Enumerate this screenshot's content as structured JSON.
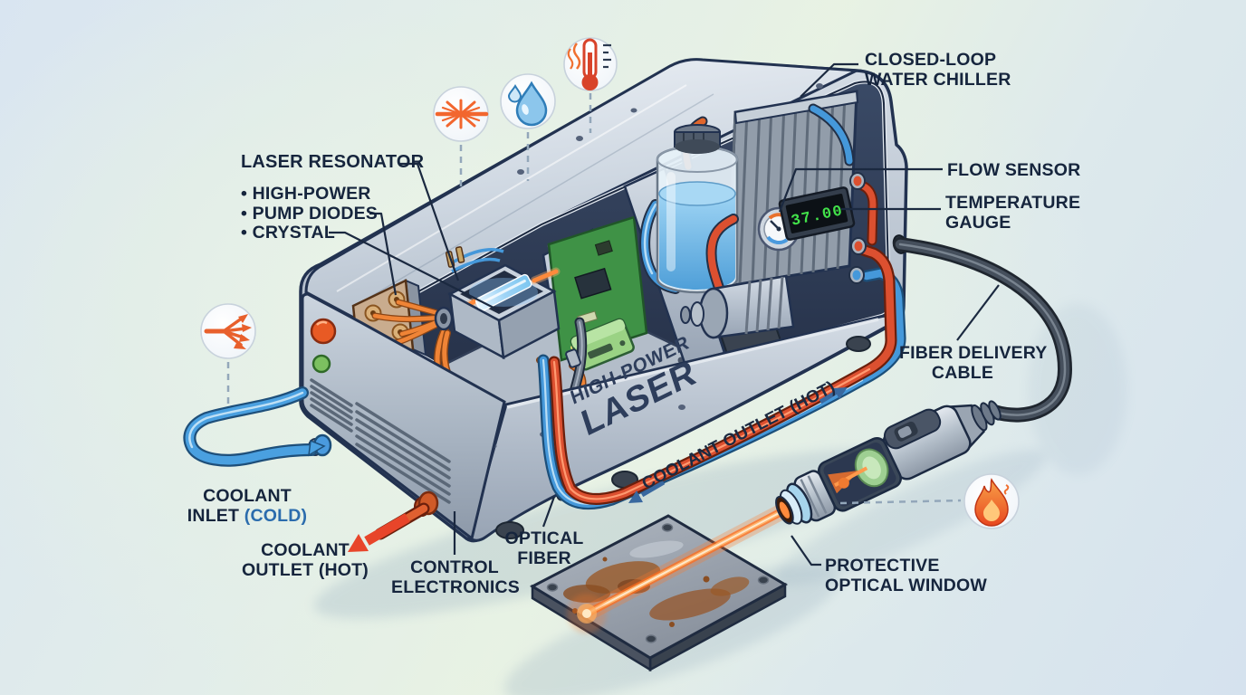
{
  "labels": {
    "laser_resonator": "LASER RESONATOR",
    "resonator_parts": [
      "• HIGH-POWER",
      "• PUMP DIODES",
      "• CRYSTAL"
    ],
    "closed_loop_line1": "CLOSED-LOOP",
    "closed_loop_line2": "WATER CHILLER",
    "flow_sensor": "FLOW SENSOR",
    "temperature_line1": "TEMPERATURE",
    "temperature_line2": "GAUGE",
    "fiber_delivery_line1": "FIBER DELIVERY",
    "fiber_delivery_line2": "CABLE",
    "coolant_inlet_line1": "COOLANT",
    "coolant_inlet_line2": "INLET",
    "coolant_inlet_cold": "(COLD)",
    "coolant_outlet_line1": "COOLANT",
    "coolant_outlet_line2": "OUTLET (HOT)",
    "control_line1": "CONTROL",
    "control_line2": "ELECTRONICS",
    "optical_line1": "OPTICAL",
    "optical_line2": "FIBER",
    "protective_line1": "PROTECTIVE",
    "protective_line2": "OPTICAL WINDOW",
    "machine_line1": "HIGH-POWER",
    "machine_line2": "LASER",
    "pipe_flow_label": "COOLANT OUTLET (HOT)"
  },
  "readouts": {
    "temperature": "37.00"
  },
  "icons": {
    "top_left": "laser-emission-icon",
    "top_middle": "water-drop-icon",
    "top_right": "thermometer-icon",
    "left": "beam-divergence-icon",
    "bottom_right": "flame-icon"
  },
  "colors": {
    "label_navy": "#16253d",
    "cold_blue": "#2b6cad",
    "hot_red": "#e8452a",
    "pipe_blue": "#4598da",
    "pipe_red": "#dc5030",
    "fiber_orange": "#ef8436",
    "display_green": "#42e24a",
    "machine_silver": "#b9c3cf"
  }
}
